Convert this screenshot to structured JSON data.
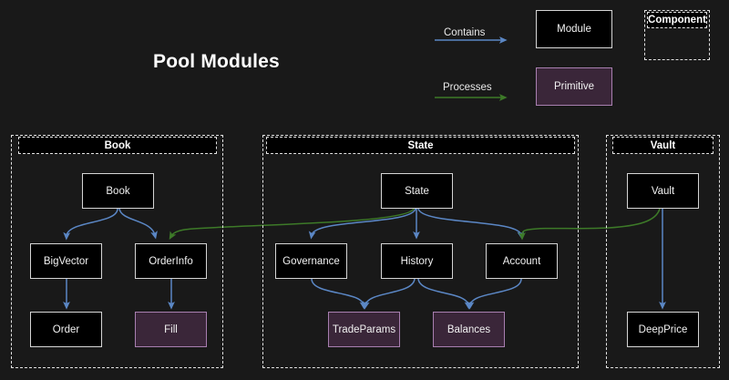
{
  "diagram": {
    "title": "Pool Modules",
    "background_color": "#191919",
    "type": "architecture-diagram"
  },
  "legend": {
    "contains": {
      "label": "Contains",
      "color": "#5b87c5"
    },
    "processes": {
      "label": "Processes",
      "color": "#3d7a28"
    },
    "module": {
      "label": "Module",
      "fill": "#000000",
      "border": "#d5d5d5"
    },
    "primitive": {
      "label": "Primitive",
      "fill": "#3a2639",
      "border": "#a87fb0"
    },
    "component": {
      "label": "Component",
      "border": "#e2e2e2"
    }
  },
  "containers": [
    {
      "label": "Book"
    },
    {
      "label": "State"
    },
    {
      "label": "Vault"
    }
  ],
  "nodes": {
    "book": "Book",
    "bigvector": "BigVector",
    "orderinfo": "OrderInfo",
    "order": "Order",
    "fill": "Fill",
    "state": "State",
    "governance": "Governance",
    "history": "History",
    "account": "Account",
    "tradeparams": "TradeParams",
    "balances": "Balances",
    "vault": "Vault",
    "deepprice": "DeepPrice"
  },
  "edges": [
    {
      "from": "Book",
      "to": "BigVector",
      "kind": "Contains"
    },
    {
      "from": "BigVector",
      "to": "Order",
      "kind": "Contains"
    },
    {
      "from": "OrderInfo",
      "to": "Fill",
      "kind": "Contains"
    },
    {
      "from": "State",
      "to": "Governance",
      "kind": "Contains"
    },
    {
      "from": "State",
      "to": "History",
      "kind": "Contains"
    },
    {
      "from": "State",
      "to": "Account",
      "kind": "Contains"
    },
    {
      "from": "Governance",
      "to": "TradeParams",
      "kind": "Contains"
    },
    {
      "from": "History",
      "to": "TradeParams",
      "kind": "Contains"
    },
    {
      "from": "History",
      "to": "Balances",
      "kind": "Contains"
    },
    {
      "from": "Account",
      "to": "Balances",
      "kind": "Contains"
    },
    {
      "from": "Vault",
      "to": "DeepPrice",
      "kind": "Contains"
    },
    {
      "from": "Book",
      "to": "OrderInfo",
      "kind": "Contains"
    },
    {
      "from": "State",
      "to": "OrderInfo",
      "kind": "Processes"
    },
    {
      "from": "Vault",
      "to": "Account",
      "kind": "Processes"
    }
  ]
}
